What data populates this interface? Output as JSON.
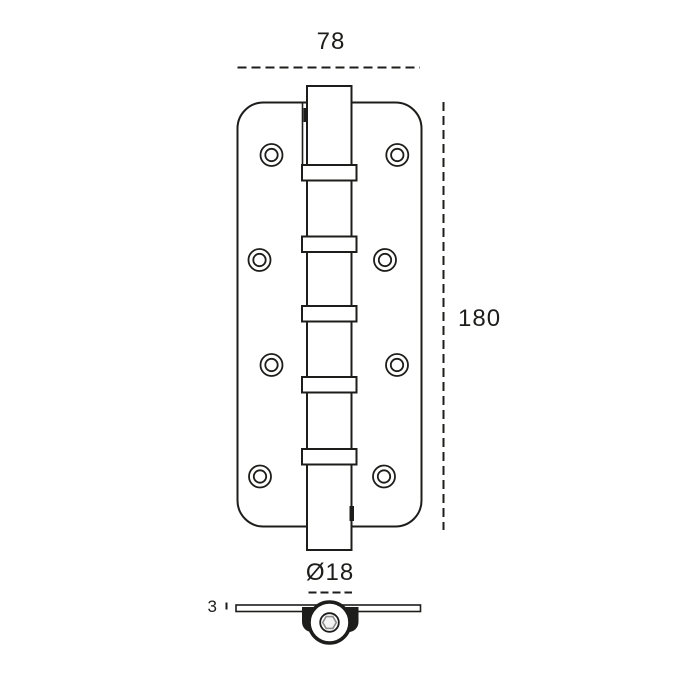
{
  "drawing": {
    "subject": "door-hinge-technical-drawing",
    "views": {
      "front": "hinge front elevation with 8 screw holes and 5-band knuckle column",
      "bottom": "hinge profile with knuckle barrel, hex socket pin and 3mm leaf"
    }
  },
  "dimensions": {
    "width_label": "78",
    "height_label": "180",
    "knuckle_diameter_label": "Ø18",
    "leaf_thickness_label": "3"
  },
  "colors": {
    "ink": "#1d1d1b",
    "background": "#ffffff",
    "hex_socket_stroke": "#8c8c8c",
    "hex_socket_fill": "#f4f4f4"
  }
}
